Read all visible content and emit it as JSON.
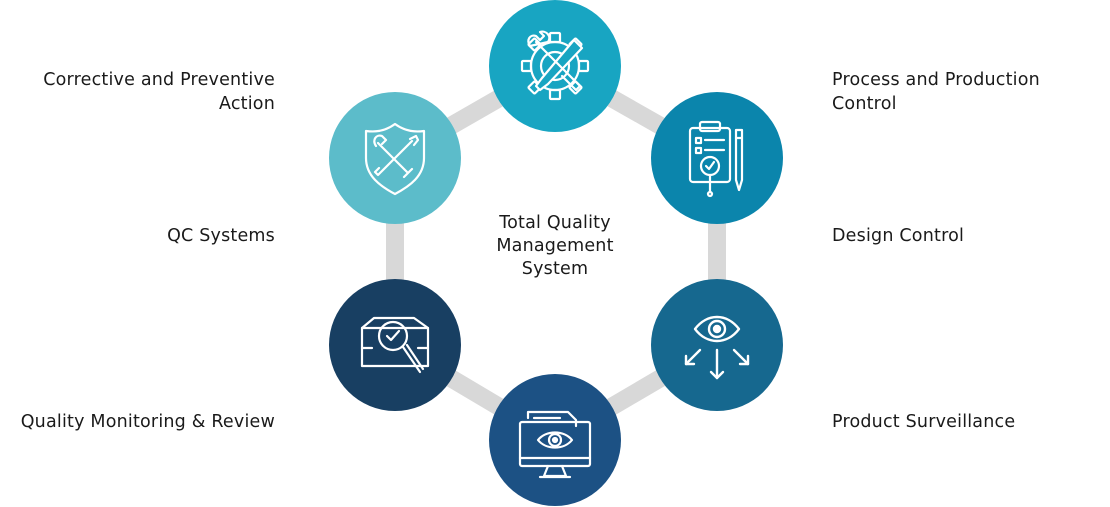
{
  "center": {
    "lines": [
      "Total Quality",
      "Management",
      "System"
    ]
  },
  "nodes": [
    {
      "id": "top",
      "icon": "gear-wrench-icon",
      "color": "#18a5c2"
    },
    {
      "id": "upper-right",
      "icon": "clipboard-checklist-icon",
      "color": "#0b85ac"
    },
    {
      "id": "lower-right",
      "icon": "eye-arrows-icon",
      "color": "#16688f"
    },
    {
      "id": "bottom",
      "icon": "monitor-eye-icon",
      "color": "#1c5184"
    },
    {
      "id": "lower-left",
      "icon": "box-magnifier-icon",
      "color": "#183f62"
    },
    {
      "id": "upper-left",
      "icon": "shield-tools-icon",
      "color": "#5cbcca"
    }
  ],
  "ring_color": "#d8d8d8",
  "labels": {
    "corrective": [
      "Corrective and Preventive",
      "Action"
    ],
    "qc": [
      "QC Systems"
    ],
    "monitoring": [
      "Quality Monitoring & Review"
    ],
    "process": [
      "Process and Production",
      "Control"
    ],
    "design": [
      "Design Control"
    ],
    "surveillance": [
      "Product Surveillance"
    ]
  }
}
